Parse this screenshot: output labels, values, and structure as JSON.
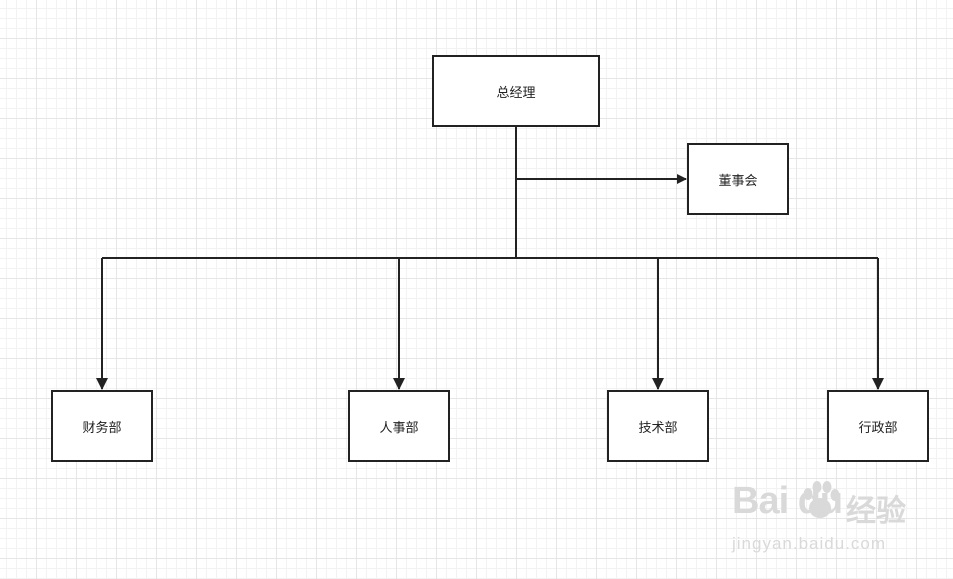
{
  "nodes": {
    "ceo": "总经理",
    "board": "董事会",
    "finance": "财务部",
    "hr": "人事部",
    "tech": "技术部",
    "admin": "行政部"
  },
  "watermark": {
    "brand": "Bai  du",
    "cn": "经验",
    "url": "jingyan.baidu.com"
  },
  "colors": {
    "line": "#222222",
    "grid": "#e6e6e6"
  }
}
